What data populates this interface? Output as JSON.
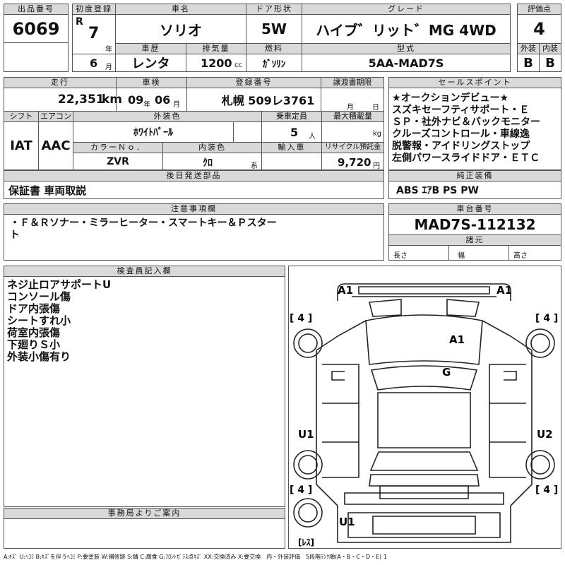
{
  "lot": {
    "label": "出品番号",
    "value": "6069"
  },
  "reg_year": {
    "label": "初度登録",
    "era": "R",
    "year": "7",
    "year_unit": "年",
    "month": "6",
    "month_unit": "月"
  },
  "car_name": {
    "label": "車名",
    "value": "ソリオ"
  },
  "door": {
    "label": "ドア形状",
    "value": "5W"
  },
  "grade": {
    "label": "グレード",
    "value": "ハイブ゛リット゛MG 4WD"
  },
  "score": {
    "label": "評価点",
    "value": "4",
    "ext_label": "外装",
    "int_label": "内装",
    "ext_value": "B",
    "int_value": "B"
  },
  "history": {
    "label": "車歴",
    "value": "レンタ"
  },
  "displacement": {
    "label": "排気量",
    "value": "1200",
    "unit": "cc"
  },
  "fuel": {
    "label": "燃料",
    "value": "ｶﾞｿﾘﾝ"
  },
  "model": {
    "label": "型式",
    "value": "5AA-MAD7S"
  },
  "mileage": {
    "label": "走行",
    "value": "22,351",
    "unit": "km"
  },
  "inspection": {
    "label": "車検",
    "year": "09",
    "year_unit": "年",
    "month": "06",
    "month_unit": "月"
  },
  "plate": {
    "label": "登録番号",
    "value": "札幌 509レ3761"
  },
  "transfer": {
    "label": "譲渡書期限",
    "month_unit": "月",
    "day_unit": "日"
  },
  "sales": {
    "label": "セールスポイント",
    "lines": [
      "★オークションデビュー★",
      "スズキセーフティサポート・Ｅ",
      "ＳＰ・社外ナビ＆バックモニター",
      "クルーズコントロール・車線逸",
      "脱警報・アイドリングストップ",
      "左側パワースライドドア・ＥＴＣ"
    ]
  },
  "shift": {
    "label": "シフト",
    "value": "IAT"
  },
  "aircon": {
    "label": "エアコン",
    "value": "AAC"
  },
  "exterior": {
    "label": "外装色",
    "value": "ﾎﾜｲﾄﾊﾟｰﾙ"
  },
  "capacity": {
    "label": "乗車定員",
    "value": "5",
    "unit": "人"
  },
  "max_load": {
    "label": "最大積載量",
    "unit": "kg"
  },
  "color_no": {
    "label": "カラーＮｏ．",
    "value": "ZVR"
  },
  "interior": {
    "label": "内装色",
    "value": "ｸﾛ",
    "unit": "系"
  },
  "import": {
    "label": "輸入車"
  },
  "recycle": {
    "label": "リサイクル預託金",
    "value": "9,720",
    "unit": "円"
  },
  "later_parts": {
    "label": "後日発送部品",
    "value": "保証書 車両取説"
  },
  "equipment": {
    "label": "純正装備",
    "value": "ABS ｴｱB PS PW"
  },
  "caution": {
    "label": "注意事項欄",
    "lines": [
      "・Ｆ＆Ｒソナー・ミラーヒーター・スマートキー＆Ｐスター",
      "ト"
    ]
  },
  "chassis": {
    "label": "車台番号",
    "value": "MAD7S-112132"
  },
  "specs": {
    "label": "諸元",
    "length": "長さ",
    "width": "幅",
    "height": "高さ"
  },
  "inspector": {
    "label": "検査員記入欄",
    "lines": [
      "ネジ止ロアサポートU",
      "コンソール傷",
      "ドア内張傷",
      "シートすれ小",
      "荷室内張傷",
      "下廻りＳ小",
      "外装小傷有り"
    ]
  },
  "office": {
    "label": "事務局よりご案内"
  },
  "diagram_marks": {
    "a1_left": "A1",
    "a1_right": "A1",
    "bracket_tl": "[ 4 ]",
    "bracket_tr": "[ 4 ]",
    "bracket_bl": "[ 4 ]",
    "bracket_br": "[ 4 ]",
    "roof": "A1",
    "glass": "G",
    "u1_left": "U1",
    "u2_right": "U2",
    "u1_rear": "U1",
    "res": "[ﾚｽ]"
  },
  "legend": "A:ｷｽﾞ U:ﾍｺﾐ B:ｷｽﾞを伴うﾍｺﾐ P:要塗装 W:補修跡 S:錆 C:腐食 G:ﾌﾛﾝﾄｶﾞﾗｽ点ｷｽﾞ XX:交換済み X:要交換　内・外装評価　5段階ﾗﾝｸ順(A・B・C・D・E) 1"
}
